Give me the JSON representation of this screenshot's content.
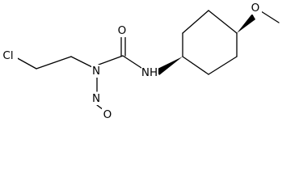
{
  "atoms": {
    "cl": "Cl",
    "n_amide": "N",
    "n_nitroso": "N",
    "o_nitroso": "O",
    "o_carbonyl": "O",
    "nh": "NH",
    "o_methoxy": "O"
  }
}
